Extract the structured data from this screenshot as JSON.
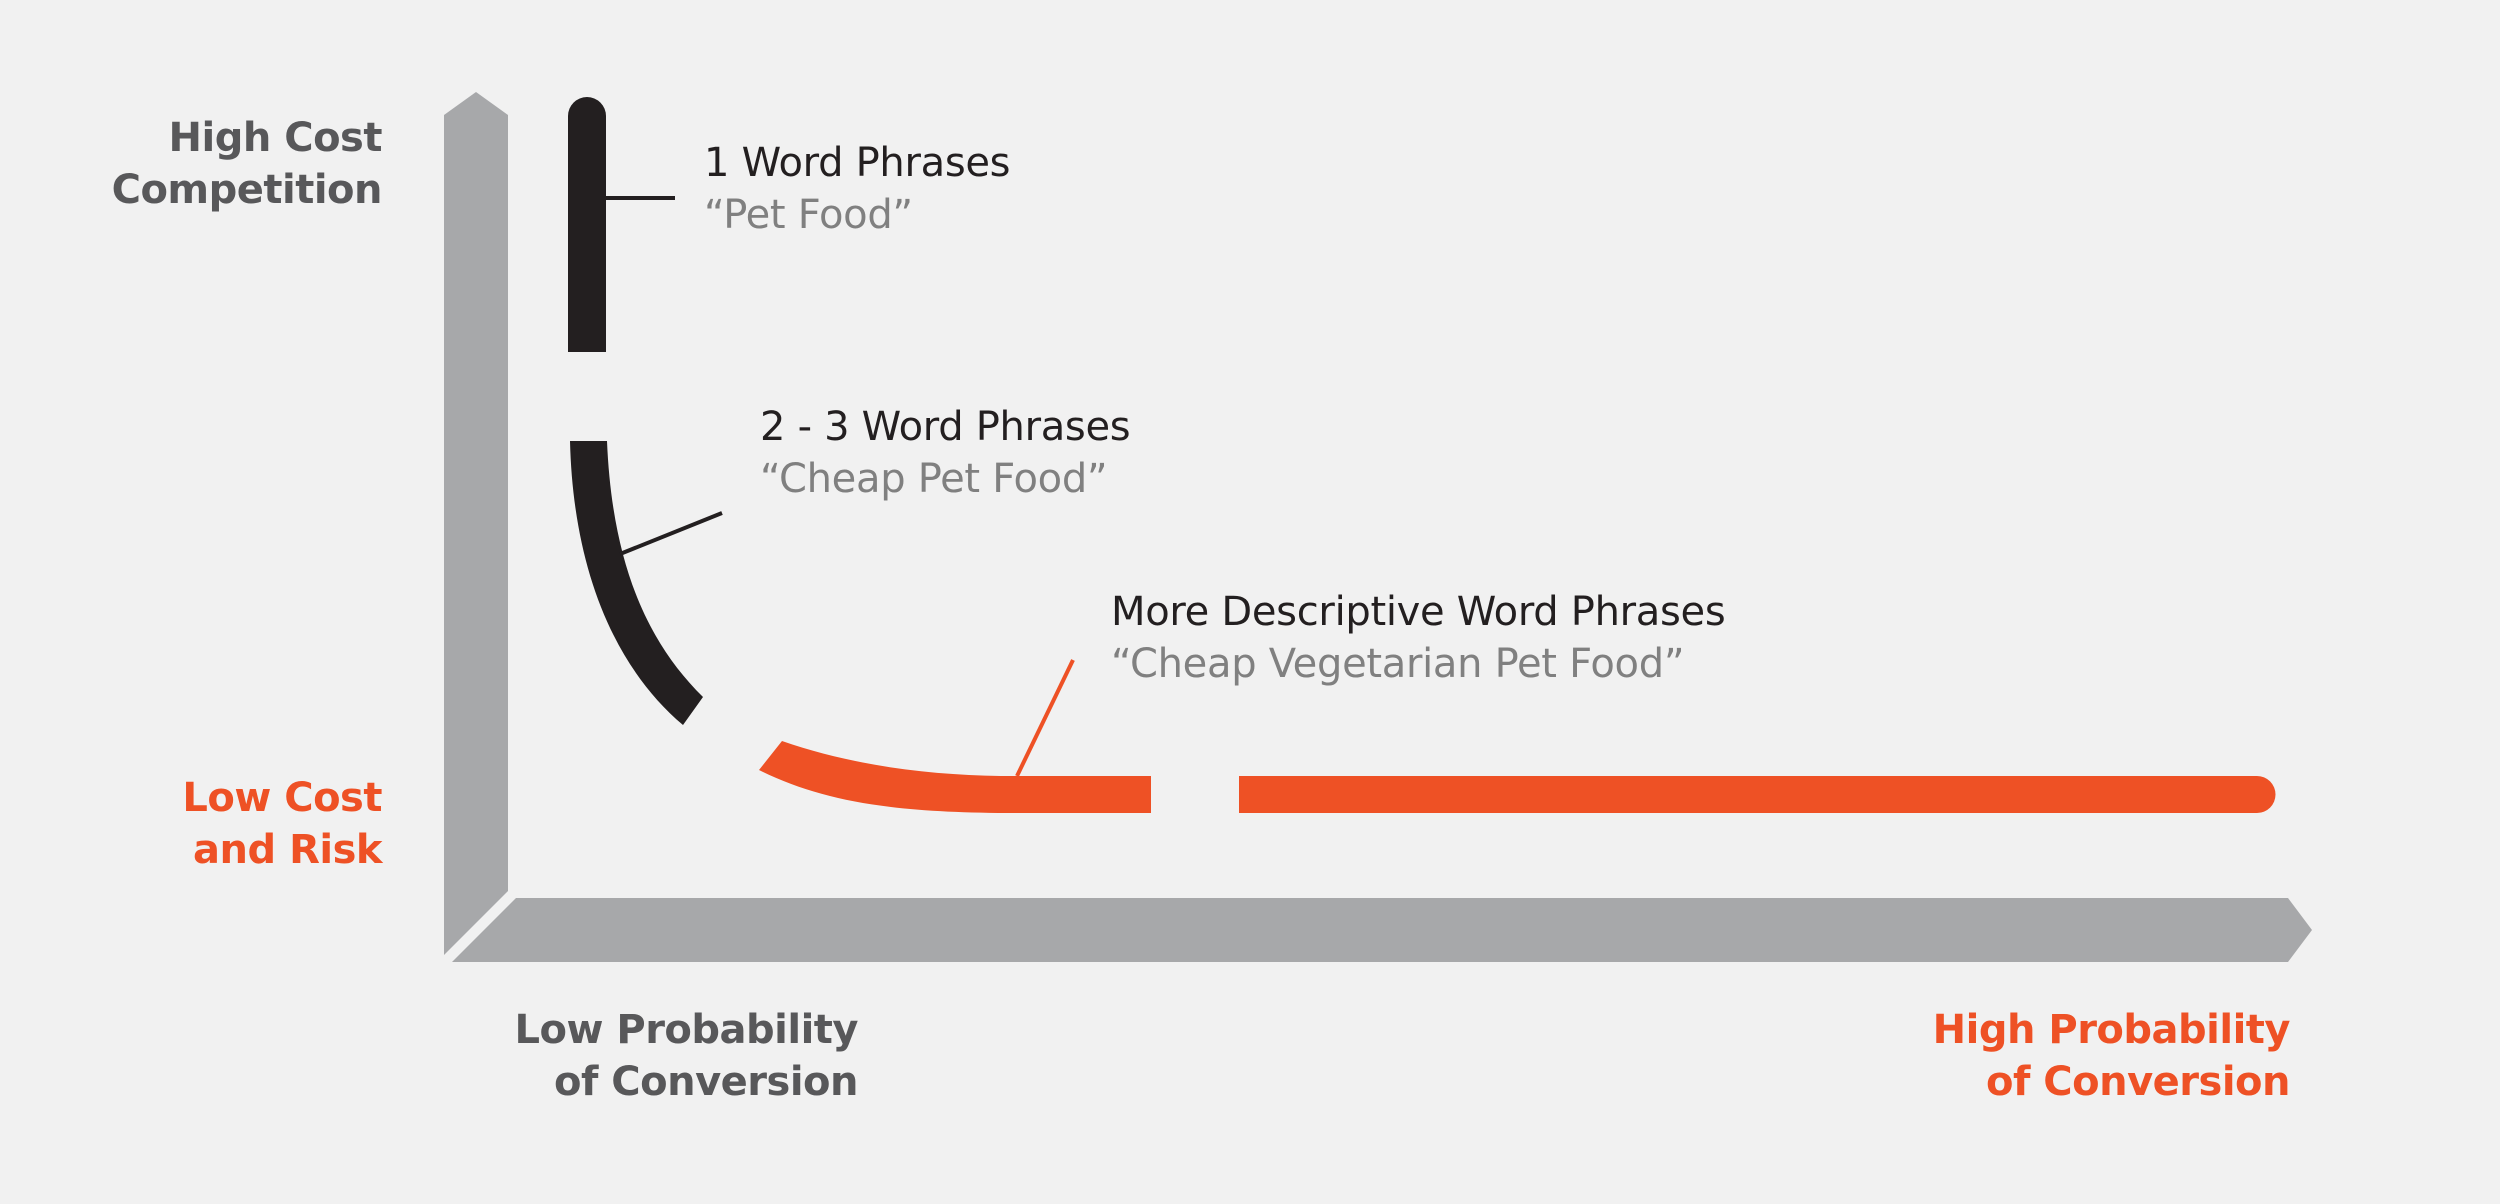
{
  "colors": {
    "background": "#f1f1f1",
    "axis": "#a7a8aa",
    "dark": "#231f20",
    "accent": "#ee5125",
    "label_dark": "#58585a",
    "example_gray": "#808080"
  },
  "y_axis": {
    "top_label": [
      "High Cost",
      "Competition"
    ],
    "bottom_label": [
      "Low Cost",
      "and Risk"
    ]
  },
  "x_axis": {
    "left_label": [
      "Low Probability",
      "of Conversion"
    ],
    "right_label": [
      "High Probability",
      "of Conversion"
    ]
  },
  "phrases": [
    {
      "title": "1 Word Phrases",
      "example": "“Pet Food”",
      "color": "#231f20"
    },
    {
      "title": "2 - 3 Word Phrases",
      "example": "“Cheap Pet Food”",
      "color": "#231f20"
    },
    {
      "title": "More Descriptive Word Phrases",
      "example": "“Cheap Vegetarian Pet Food”",
      "color": "#ee5125"
    }
  ],
  "chart_data": {
    "type": "line",
    "title": "",
    "xlabel": "Probability of Conversion (Low → High)",
    "ylabel": "Cost / Competition (Low → High)",
    "series": [
      {
        "name": "1 Word Phrases",
        "example": "Pet Food",
        "segment": "steep vertical, high cost / low conversion",
        "color": "#231f20"
      },
      {
        "name": "2 - 3 Word Phrases",
        "example": "Cheap Pet Food",
        "segment": "curving down, medium cost",
        "color": "#231f20"
      },
      {
        "name": "More Descriptive Word Phrases",
        "example": "Cheap Vegetarian Pet Food",
        "segment": "flat tail, low cost / high conversion",
        "color": "#ee5125"
      }
    ],
    "grid": false,
    "legend": "inline annotations"
  }
}
